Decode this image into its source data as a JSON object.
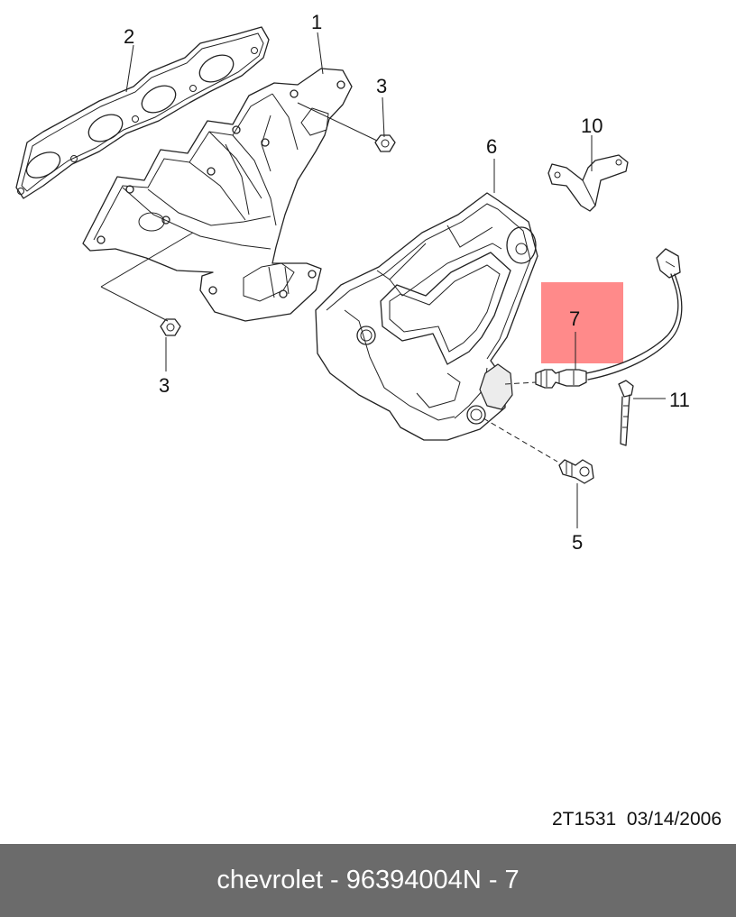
{
  "callouts": {
    "c1": "1",
    "c2": "2",
    "c3a": "3",
    "c3b": "3",
    "c5": "5",
    "c6": "6",
    "c7": "7",
    "c10": "10",
    "c11": "11"
  },
  "highlight_color": "#ff8a8a",
  "drawing_ref": {
    "code": "2T1531",
    "date": "03/14/2006"
  },
  "footer": {
    "brand": "chevrolet",
    "part_number": "96394004",
    "position": "N - 7"
  }
}
